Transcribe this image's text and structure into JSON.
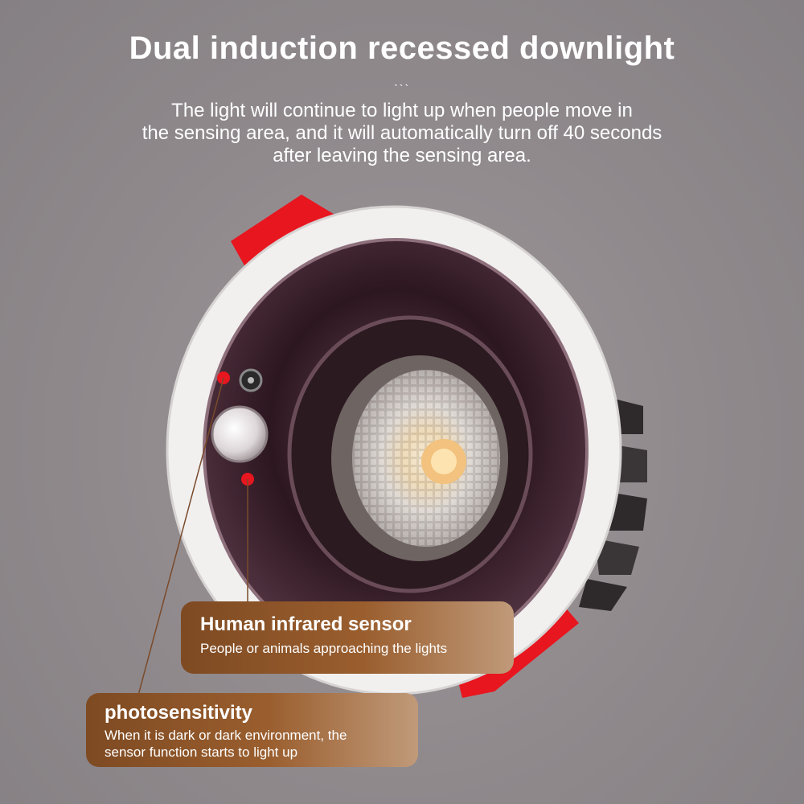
{
  "header": {
    "title": "Dual induction recessed downlight",
    "ticks": "˴˴˴",
    "description_lines": [
      "The light will continue to light up when people move in",
      "the sensing area, and it will automatically turn off 40 seconds",
      "after leaving the sensing area."
    ]
  },
  "callouts": {
    "human_sensor": {
      "title": "Human infrared sensor",
      "text": "People or animals approaching the lights"
    },
    "photosensitivity": {
      "title": "photosensitivity",
      "text_lines": [
        "When it is dark or dark environment, the",
        "sensor function starts to light up"
      ]
    }
  },
  "colors": {
    "background": "#8f898c",
    "clip_red": "#e8161f",
    "trim_white": "#f2f2f2",
    "reflector": "#3a1e2a",
    "callout_brown": "#8a5428",
    "marker_red": "#e8161f"
  }
}
